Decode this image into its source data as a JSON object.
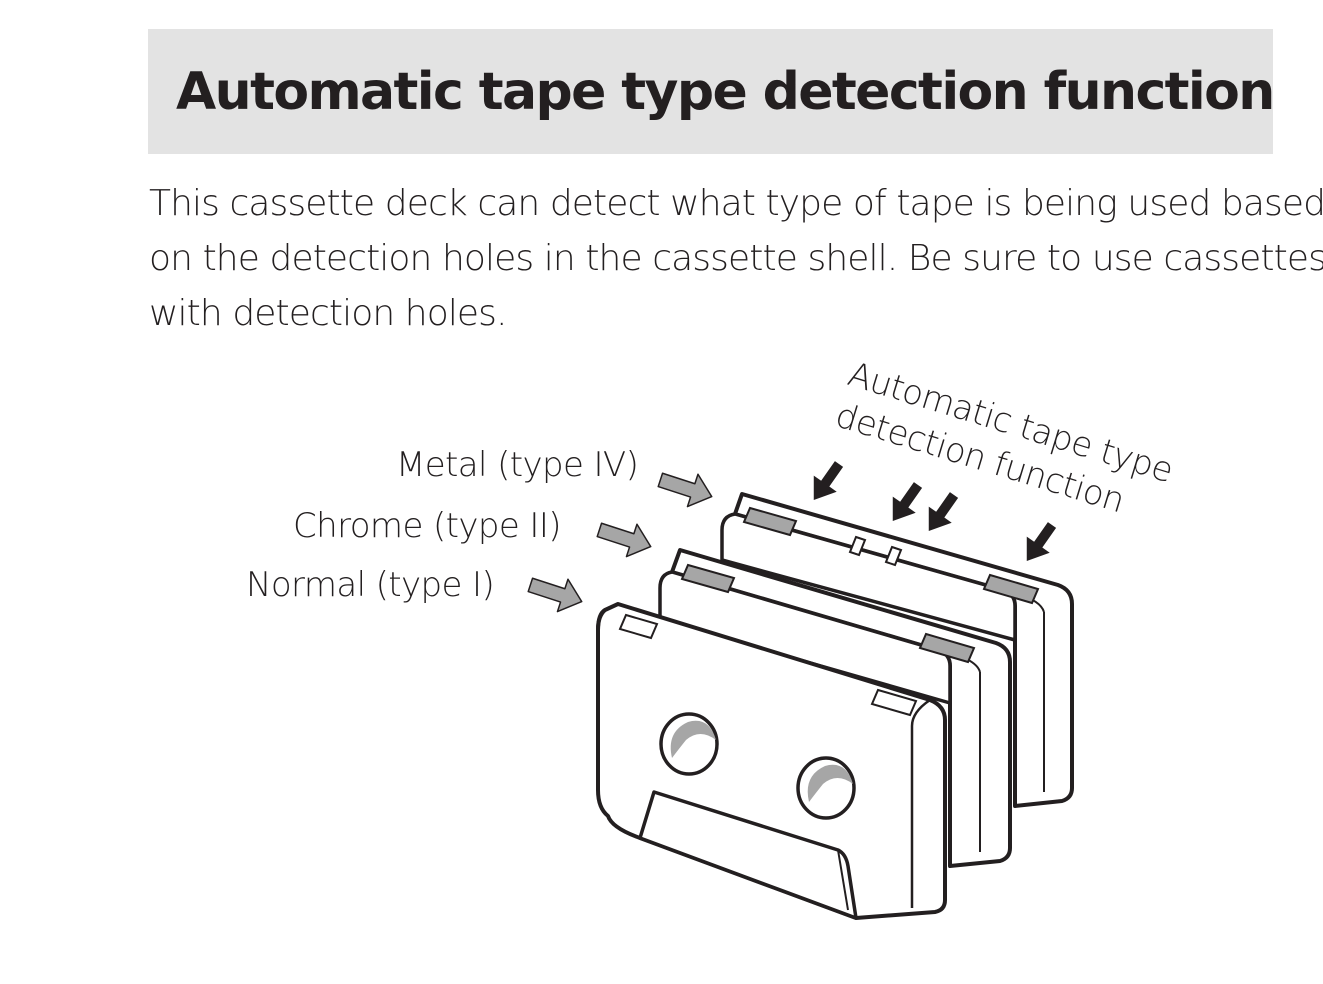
{
  "heading": {
    "title": "Automatic tape type detection function"
  },
  "body": {
    "lines": [
      "This cassette deck can detect what type of tape is being used based",
      "on the detection holes in the cassette shell. Be sure to use cassettes",
      "with detection holes."
    ]
  },
  "figure": {
    "labels": {
      "metal": "Metal (type IV)",
      "chrome": "Chrome (type II)",
      "normal": "Normal (type I)",
      "detection_line1": "Automatic tape type",
      "detection_line2": "detection function"
    },
    "colors": {
      "label_arrow": "#a6a6a6",
      "detect_arrow": "#231f20",
      "hole_fill": "#a6a6a6",
      "outline": "#231f20"
    }
  }
}
